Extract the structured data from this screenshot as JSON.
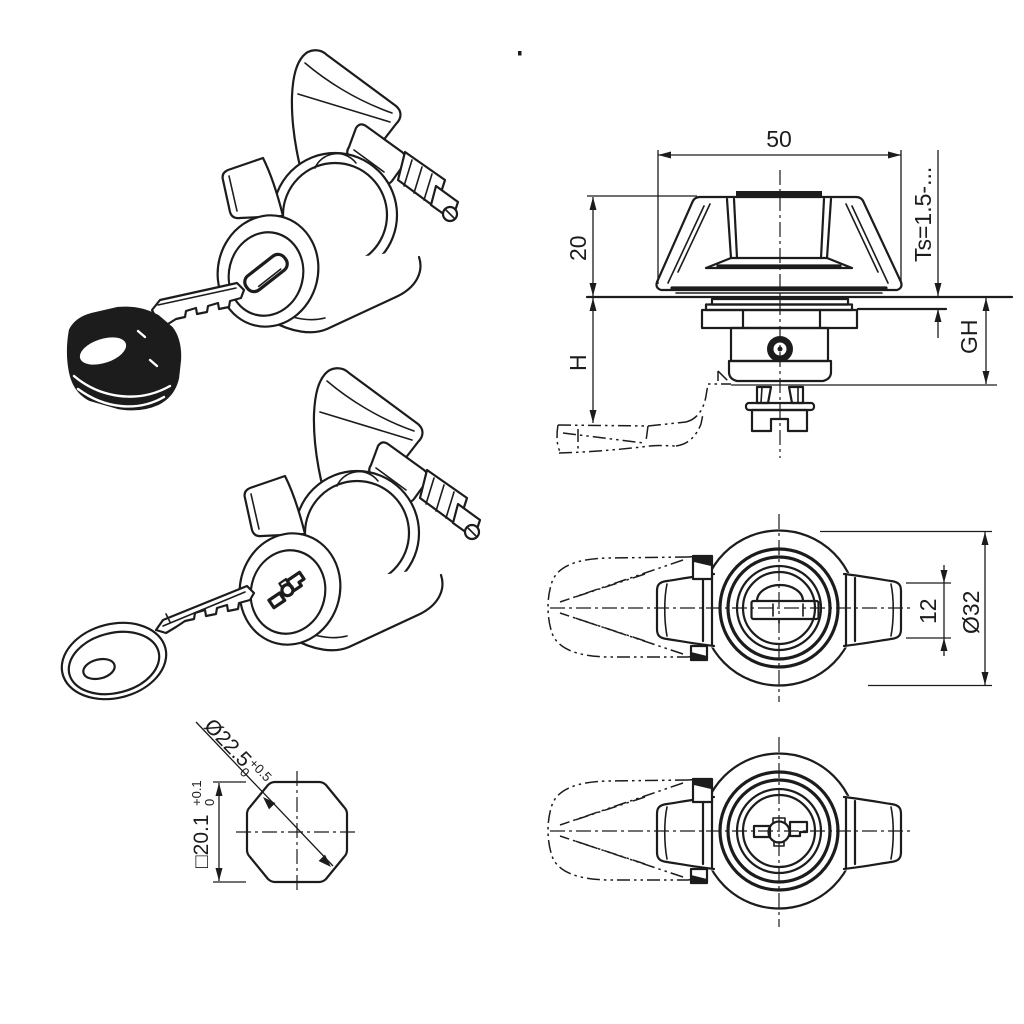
{
  "page": {
    "background": "#ffffff",
    "ink": "#1c1c1c"
  },
  "dimensions": {
    "front_view": {
      "width": "50",
      "knob_height": "20",
      "height_h": "H",
      "panel_thickness": "Ts=1.5-...",
      "grip_height": "GH"
    },
    "top_view": {
      "wing_width": "12",
      "diameter": "Ø32"
    },
    "panel_cutout": {
      "diagonal_value": "Ø22.5",
      "diagonal_tol_upper": "+0.5",
      "diagonal_tol_lower": "0",
      "square_value": "□20.1",
      "square_tol_upper": "+0.1",
      "square_tol_lower": "0"
    }
  }
}
